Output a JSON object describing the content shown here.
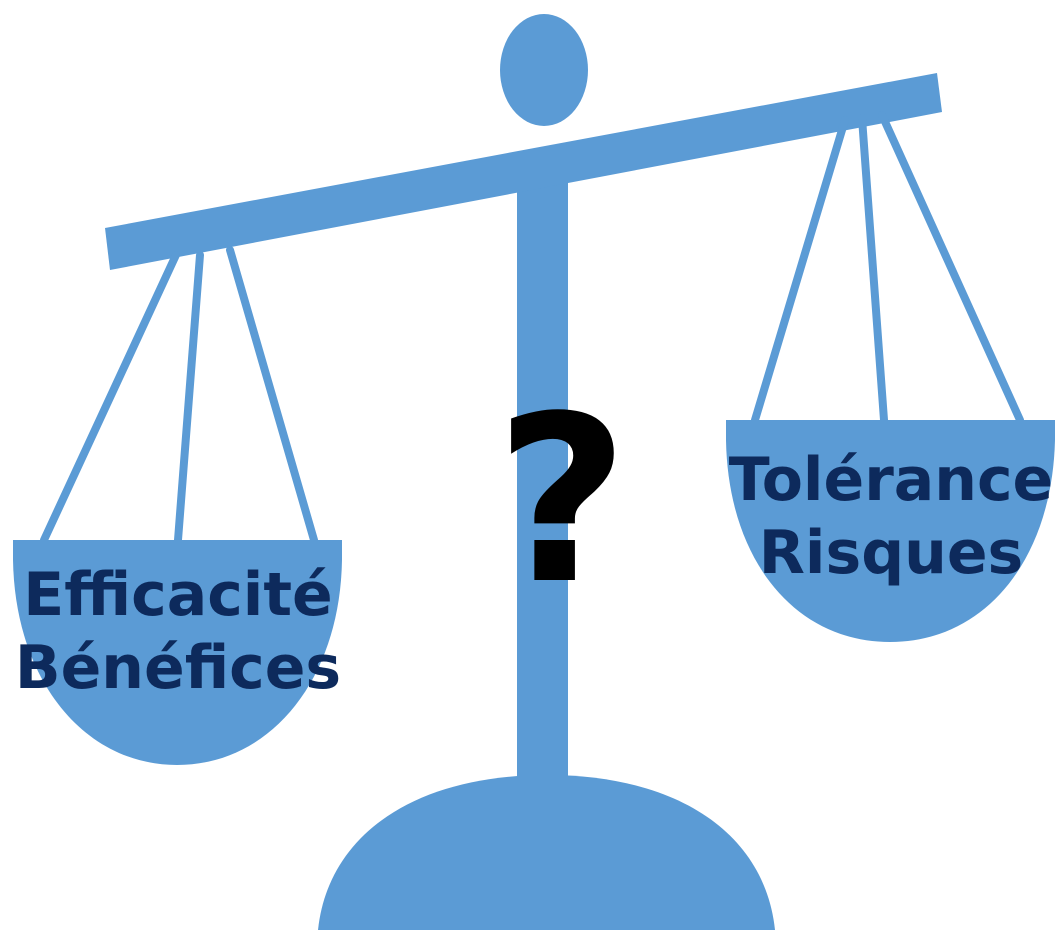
{
  "diagram": {
    "colors": {
      "scale": "#5b9bd5",
      "label_text": "#0d2a5c",
      "question_mark": "#000000",
      "background": "#ffffff"
    },
    "center_symbol": "?",
    "left_pan": {
      "line1": "Efficacité",
      "line2": "Bénéfices"
    },
    "right_pan": {
      "line1": "Tolérance",
      "line2": "Risques"
    }
  }
}
